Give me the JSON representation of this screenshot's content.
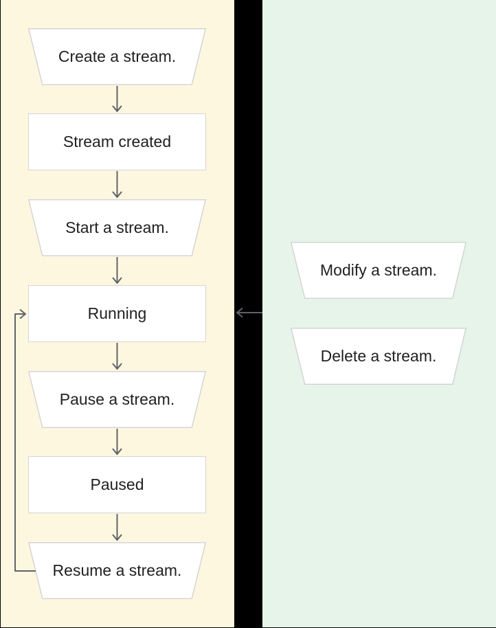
{
  "diagram": {
    "title": "stream lifecycle flowchart",
    "colors": {
      "left_panel_bg": "#fef7e0",
      "right_panel_bg": "#e6f4ea",
      "gap_bg": "#000000",
      "node_fill": "#ffffff",
      "node_border": "#d4d4d4",
      "arrow": "#5f6368",
      "text": "#212121"
    },
    "left_panel": {
      "nodes": [
        {
          "shape": "trapezoid",
          "label": "Create a stream."
        },
        {
          "shape": "rect",
          "label": "Stream created"
        },
        {
          "shape": "trapezoid",
          "label": "Start a stream."
        },
        {
          "shape": "rect",
          "label": "Running"
        },
        {
          "shape": "trapezoid",
          "label": "Pause a stream."
        },
        {
          "shape": "rect",
          "label": "Paused"
        },
        {
          "shape": "trapezoid",
          "label": "Resume a stream."
        }
      ]
    },
    "right_panel": {
      "nodes": [
        {
          "shape": "trapezoid",
          "label": "Modify a stream."
        },
        {
          "shape": "trapezoid",
          "label": "Delete a stream."
        }
      ]
    },
    "edges": [
      {
        "from": "Create a stream.",
        "to": "Stream created",
        "direction": "down"
      },
      {
        "from": "Stream created",
        "to": "Start a stream.",
        "direction": "down"
      },
      {
        "from": "Start a stream.",
        "to": "Running",
        "direction": "down"
      },
      {
        "from": "Running",
        "to": "Pause a stream.",
        "direction": "down"
      },
      {
        "from": "Pause a stream.",
        "to": "Paused",
        "direction": "down"
      },
      {
        "from": "Paused",
        "to": "Resume a stream.",
        "direction": "down"
      },
      {
        "from": "Resume a stream.",
        "to": "Running",
        "direction": "loop-left"
      },
      {
        "from": "right panel",
        "to": "Running",
        "direction": "left"
      }
    ]
  }
}
